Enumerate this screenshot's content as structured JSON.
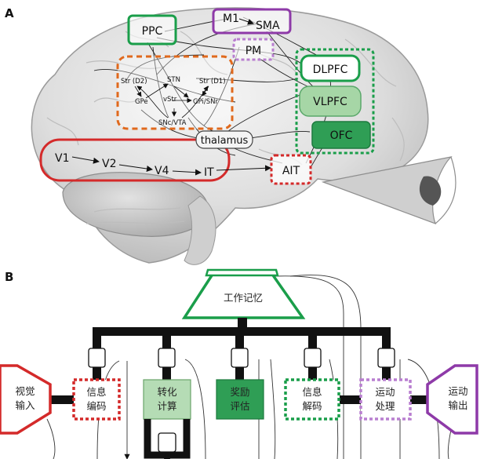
{
  "panel_a": {
    "letter": "A",
    "regions": {
      "ppc": "PPC",
      "m1": "M1",
      "sma": "SMA",
      "pm": "PM",
      "dlpfc": "DLPFC",
      "vlpfc": "VLPFC",
      "ofc": "OFC",
      "thalamus": "thalamus",
      "ait": "AIT",
      "v1": "V1",
      "v2": "V2",
      "v4": "V4",
      "it": "IT"
    },
    "basal_ganglia": {
      "str_d2": "Str (D2)",
      "stn": "STN",
      "str_d1": "Str (D1)",
      "gpe": "GPe",
      "vstr": "vStr",
      "gpi_snr": "GPi/SNr",
      "snc_vta": "SNc/VTA"
    },
    "colors": {
      "green": "#1a9e4a",
      "purple": "#8e3aa8",
      "orange": "#e0691d",
      "red": "#d42a2a",
      "vlpfc_fill": "#a6d6a6",
      "ofc_fill": "#2f9e55"
    }
  },
  "panel_b": {
    "letter": "B",
    "working_memory": "工作记忆",
    "visual_input": [
      "视觉",
      "输入"
    ],
    "info_encoding": [
      "信息",
      "编码"
    ],
    "transform_compute": [
      "转化",
      "计算"
    ],
    "reward_eval": [
      "奖励",
      "评估"
    ],
    "info_decoding": [
      "信息",
      "解码"
    ],
    "motor_processing": [
      "运动",
      "处理"
    ],
    "motor_output": [
      "运动",
      "输出"
    ]
  }
}
